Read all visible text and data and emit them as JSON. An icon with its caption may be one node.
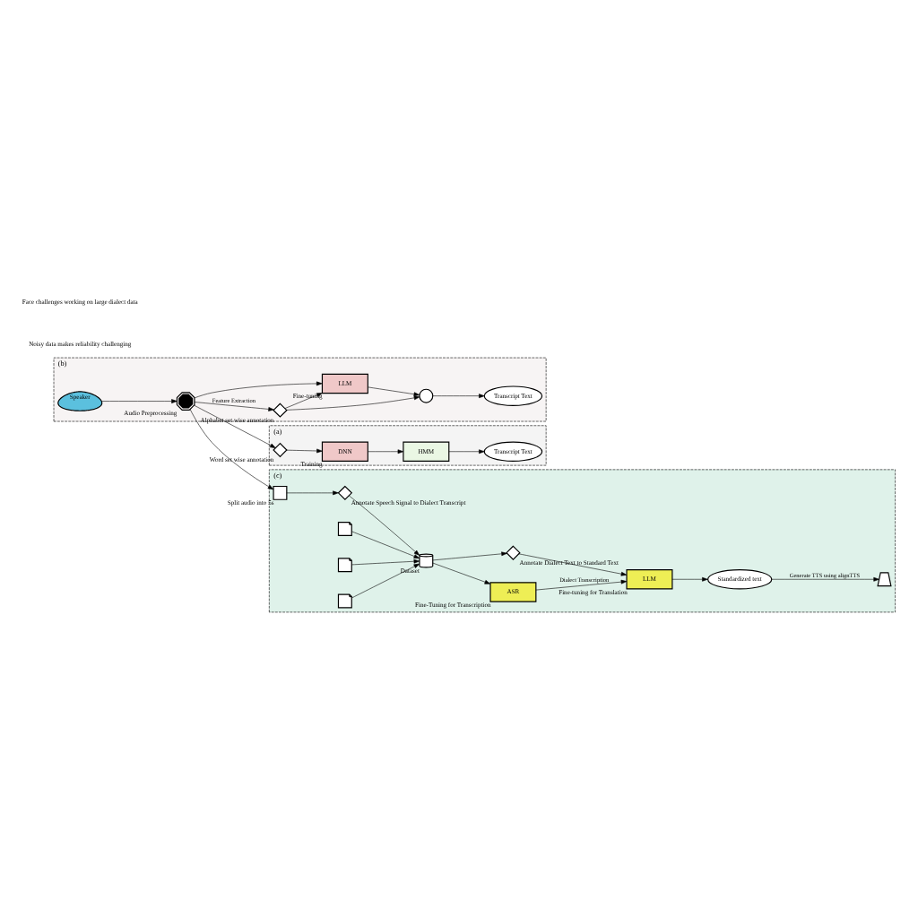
{
  "diagram": {
    "nodes": [
      {
        "text": [
          "(a)"
        ]
      },
      {
        "text": [],
        "shape": "diamond",
        "in": 0,
        "beside": [
          "Word set wise annotation"
        ]
      },
      {
        "text": [
          "DNN"
        ],
        "in": 0,
        "beside": [
          "Training"
        ]
      },
      {
        "text": [
          "HMM"
        ],
        "in": 0
      },
      {
        "text": [
          "Transcript Text"
        ],
        "in": 0
      },
      {
        "text": [
          "(b)"
        ]
      },
      {
        "text": [
          "Speaker"
        ],
        "in": 5
      },
      {
        "text": [],
        "shape": "gear",
        "in": 5,
        "beside": [
          "Audio Preprocessing"
        ]
      },
      {
        "text": [],
        "shape": "diamond",
        "in": 5,
        "beside": [
          "Alphabet set wise annotation"
        ]
      },
      {
        "text": [
          "LLM"
        ],
        "in": 5,
        "beside": [
          "Fine-tuning"
        ]
      },
      {
        "text": [],
        "shape": "circle",
        "in": 5
      },
      {
        "text": [
          "Transcript Text"
        ],
        "in": 5
      },
      {
        "text": [
          "(c)"
        ]
      },
      {
        "text": [],
        "shape": "box",
        "in": 12,
        "beside": [
          "Split audio into 5s"
        ]
      },
      {
        "text": [],
        "shape": "diamond",
        "in": 12,
        "beside": [
          "Annotate Speech Signal to Dialect Transcript"
        ]
      },
      {
        "text": [],
        "shape": "document",
        "in": 12
      },
      {
        "text": [],
        "shape": "document",
        "in": 12
      },
      {
        "text": [],
        "shape": "document",
        "in": 12
      },
      {
        "text": [],
        "shape": "cylinder",
        "in": 12,
        "beside": [
          "Dataset"
        ]
      },
      {
        "text": [
          "ASR"
        ],
        "in": 12,
        "beside": [
          "Fine-Tuning for Transcription"
        ]
      },
      {
        "text": [],
        "shape": "diamond",
        "in": 12,
        "beside": [
          "Annotate Dialect Text to Standard Text"
        ]
      },
      {
        "text": [
          "LLM"
        ],
        "in": 12,
        "beside": [
          "Fine-tuning for Translation"
        ]
      },
      {
        "text": [
          "Standardized text"
        ],
        "in": 12
      },
      {
        "text": [],
        "shape": "speaker",
        "in": 12
      }
    ],
    "edges": [
      {
        "from": 7,
        "to": 1,
        "arrow": "to"
      },
      {
        "from": 1,
        "to": 2,
        "arrow": "to"
      },
      {
        "from": 2,
        "to": 3,
        "arrow": "to"
      },
      {
        "from": 3,
        "to": 4,
        "arrow": "to"
      },
      {
        "from": 6,
        "to": 7,
        "arrow": "to"
      },
      {
        "from": 7,
        "to": 8,
        "arrow": "to",
        "label": "Feature Extraction"
      },
      {
        "from": 7,
        "to": 9,
        "arrow": "to"
      },
      {
        "from": 8,
        "to": 9,
        "arrow": "to"
      },
      {
        "from": 8,
        "to": 10,
        "arrow": "to"
      },
      {
        "from": 9,
        "to": 10,
        "arrow": "to"
      },
      {
        "from": 10,
        "to": 11,
        "arrow": "to"
      },
      {
        "from": 7,
        "to": 13,
        "arrow": "to"
      },
      {
        "from": 13,
        "to": 14,
        "arrow": "to"
      },
      {
        "from": 14,
        "to": 18,
        "arrow": "to"
      },
      {
        "from": 15,
        "to": 18,
        "arrow": "to"
      },
      {
        "from": 16,
        "to": 18,
        "arrow": "to"
      },
      {
        "from": 17,
        "to": 18,
        "arrow": "to"
      },
      {
        "from": 18,
        "to": 19,
        "arrow": "to"
      },
      {
        "from": 18,
        "to": 20,
        "arrow": "to"
      },
      {
        "from": 19,
        "to": 21,
        "arrow": "to",
        "label": "Dialect Transcription"
      },
      {
        "from": 20,
        "to": 21,
        "arrow": "to"
      },
      {
        "from": 21,
        "to": 22,
        "arrow": "to"
      },
      {
        "from": 22,
        "to": 23,
        "arrow": "to",
        "label": "Generate TTS using alignTTS"
      }
    ],
    "labels": [
      "Noisy data makes reliability challenging",
      "Face challenges working on large dialect data"
    ]
  }
}
